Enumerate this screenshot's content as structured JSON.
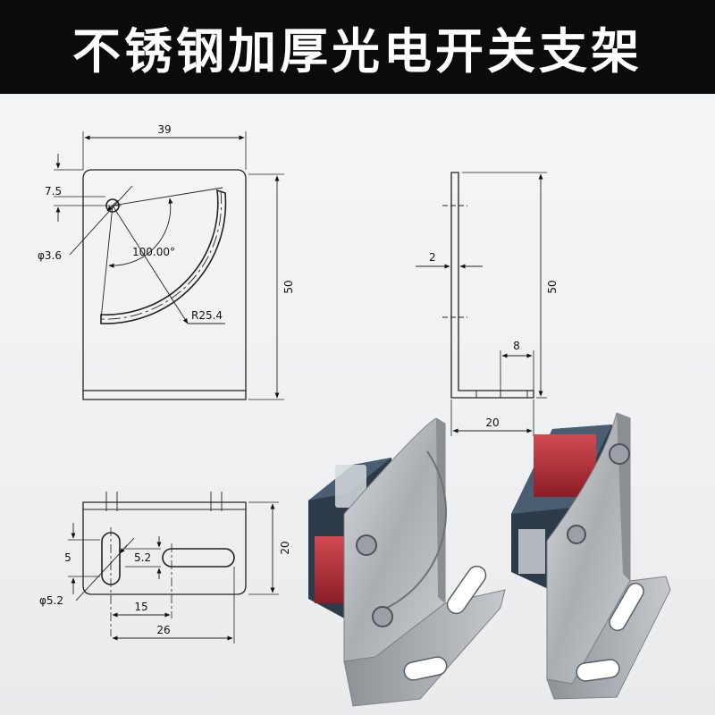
{
  "title": "不锈钢加厚光电开关支架",
  "front_view": {
    "width_dim": "39",
    "height_dim": "50",
    "hole_offset_dim": "7.5",
    "hole_diameter_dim": "φ3.6",
    "angle_dim": "100.00°",
    "radius_dim": "R25.4"
  },
  "side_view": {
    "thickness_dim": "2",
    "height_dim": "50",
    "flange_dim": "8",
    "base_dim": "20"
  },
  "bottom_view": {
    "slot_width_dim": "5",
    "slot_height_dim": "5.2",
    "hole_diameter_dim": "φ5.2",
    "height_dim": "20",
    "slot_spacing_dim": "15",
    "total_dim": "26"
  },
  "colors": {
    "title_bg": "#0b0b0b",
    "title_text": "#ffffff",
    "steel": "#b9bdc1",
    "sensor_body": "#2c3a4a",
    "sensor_lens": "#b5303a"
  }
}
